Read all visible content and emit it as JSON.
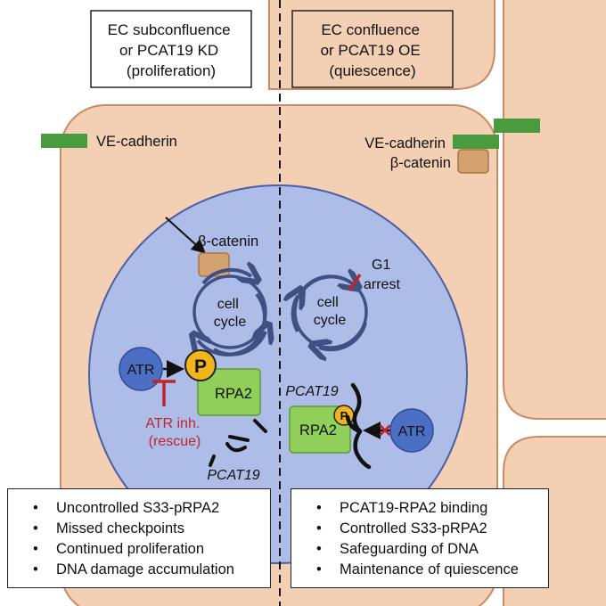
{
  "colors": {
    "cell_fill": "#f3cfb3",
    "cell_stroke": "#c98b62",
    "nucleus_fill": "#aebde8",
    "nucleus_stroke": "#4a5fa3",
    "ve_cadherin": "#4a9a3e",
    "beta_catenin": "#d4a270",
    "rpa2": "#8fcf5a",
    "atr": "#4c6fc4",
    "phospho": "#f1b51c",
    "inhibitor_red": "#c0242e",
    "cycle_arrow": "#3f5183"
  },
  "left_panel": {
    "header_line1": "EC subconfluence",
    "header_line2": "or PCAT19 KD",
    "header_line3": "(proliferation)",
    "ve_cadherin_label": "VE-cadherin",
    "beta_catenin_label": "β-catenin",
    "cycle_line1": "cell",
    "cycle_line2": "cycle",
    "atr_label": "ATR",
    "phospho_label": "P",
    "rpa2_label": "RPA2",
    "inhibitor_line1": "ATR inh.",
    "inhibitor_line2": "(rescue)",
    "lncrna_label": "PCAT19",
    "bullets": [
      "Uncontrolled S33-pRPA2",
      "Missed checkpoints",
      "Continued proliferation",
      "DNA damage accumulation"
    ]
  },
  "right_panel": {
    "header_line1": "EC confluence",
    "header_line2": "or PCAT19 OE",
    "header_line3": "(quiescence)",
    "ve_cadherin_label": "VE-cadherin",
    "beta_catenin_label": "β-catenin",
    "arrest_line1": "G1",
    "arrest_line2": "arrest",
    "cycle_line1": "cell",
    "cycle_line2": "cycle",
    "lncrna_label": "PCAT19",
    "phospho_label": "P",
    "rpa2_label": "RPA2",
    "blocked_mark": "✕",
    "atr_label": "ATR",
    "bullets": [
      "PCAT19-RPA2 binding",
      "Controlled S33-pRPA2",
      "Safeguarding of DNA",
      "Maintenance of quiescence"
    ]
  }
}
